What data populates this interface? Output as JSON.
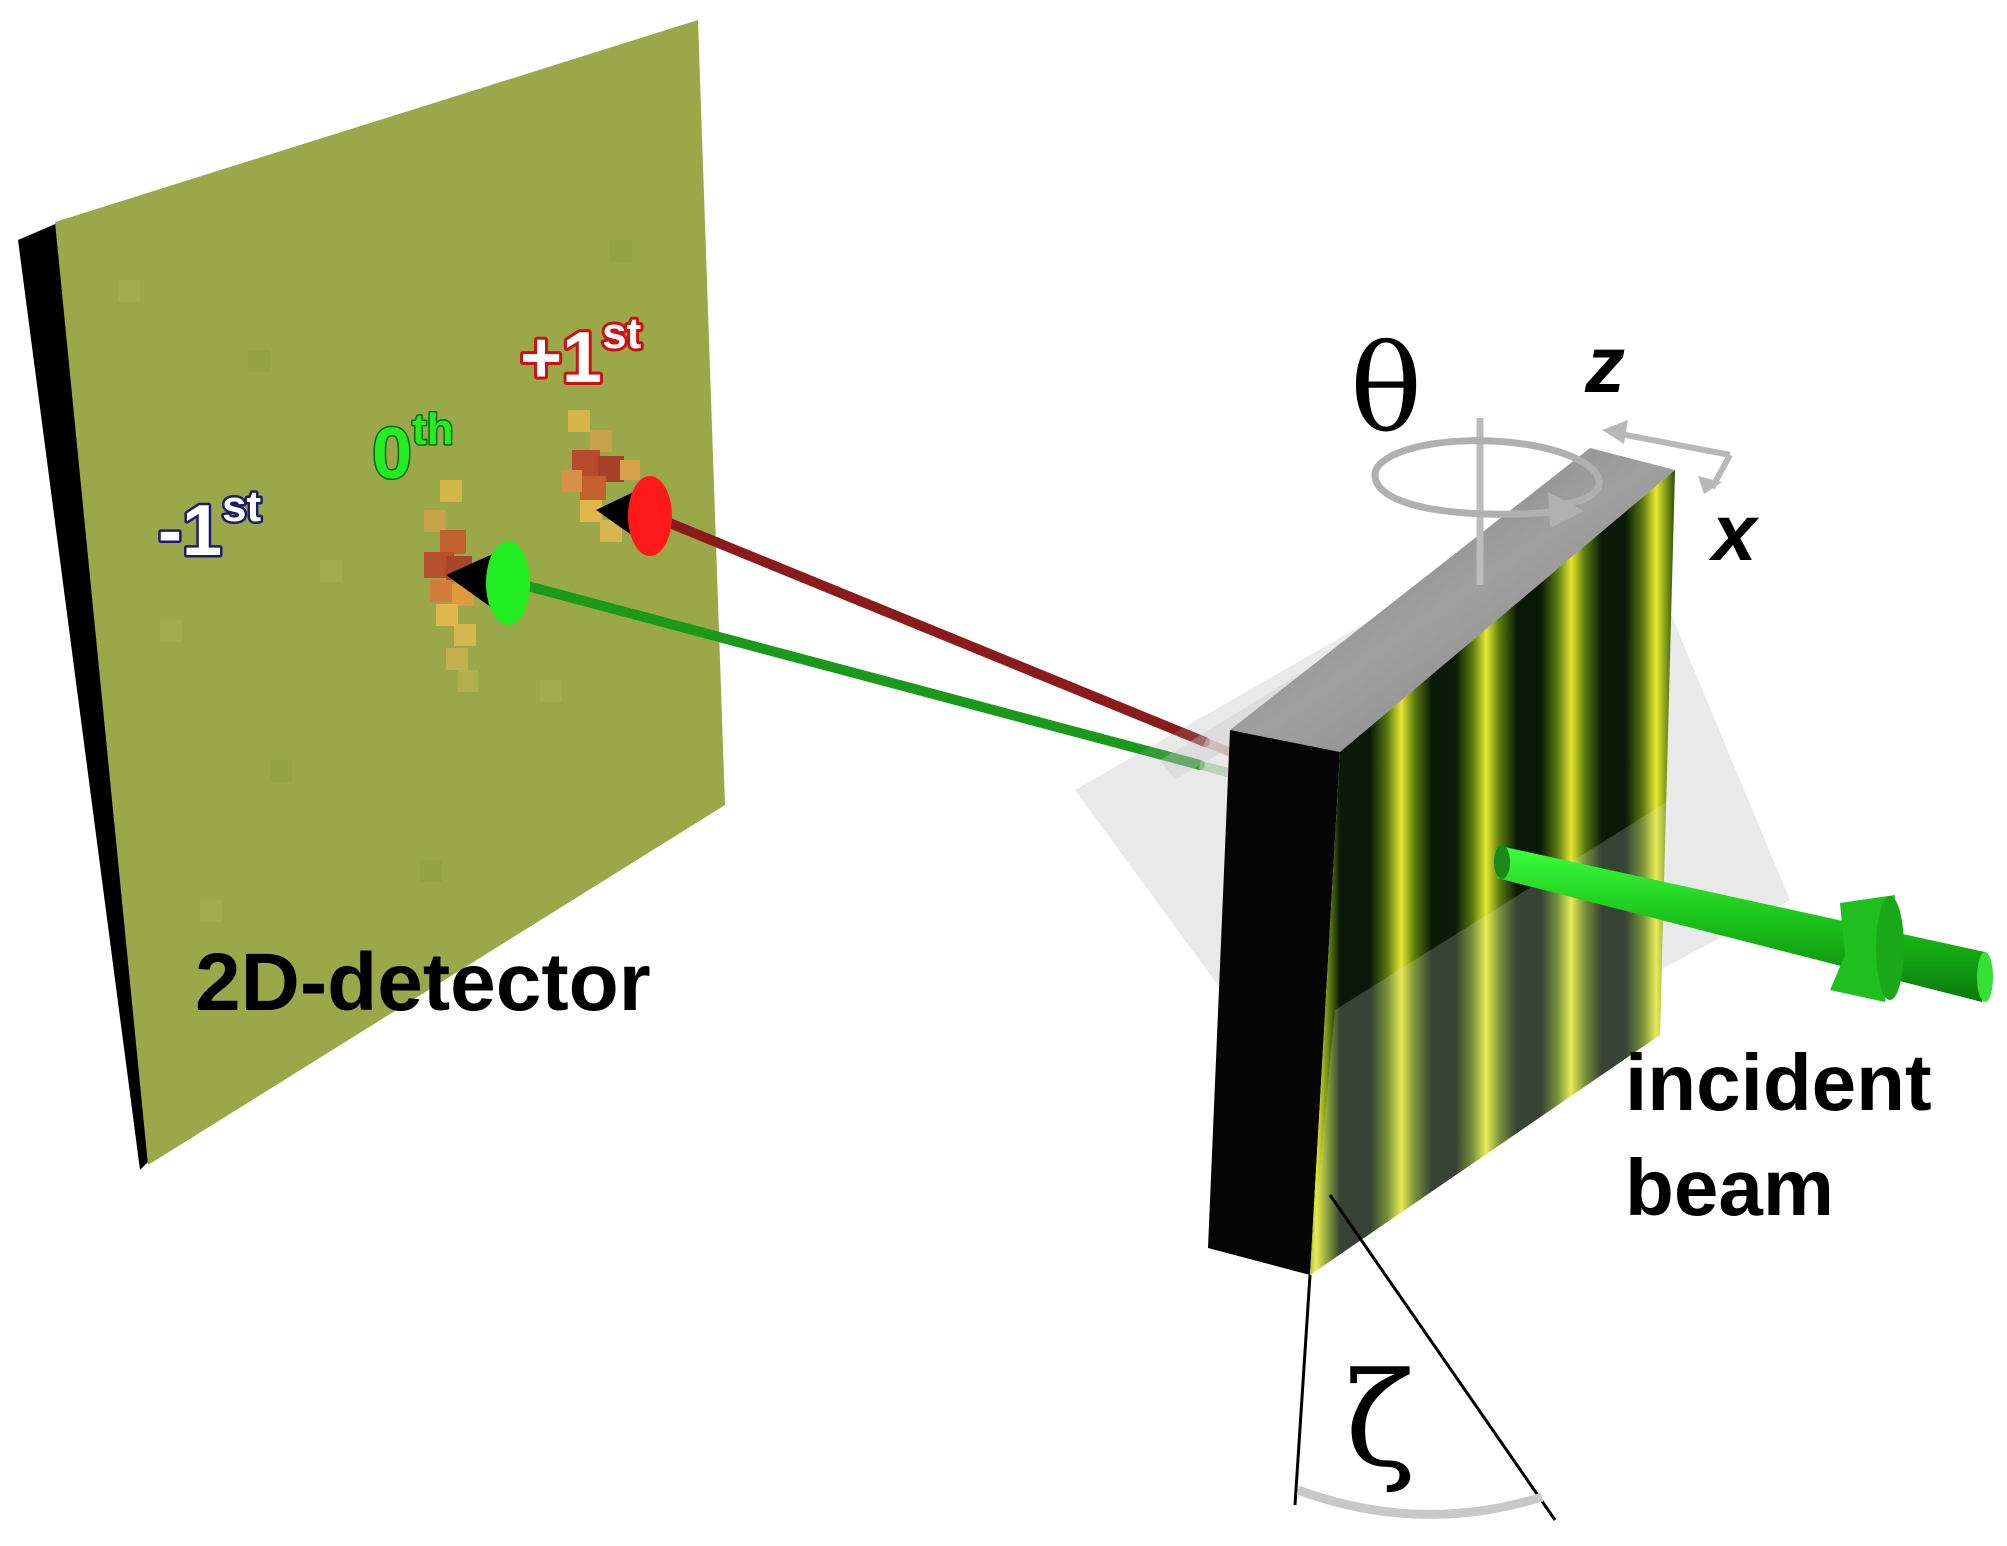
{
  "labels": {
    "minus_first": {
      "main": "-1",
      "sup": "st"
    },
    "zeroth": {
      "main": "0",
      "sup": "th"
    },
    "plus_first": {
      "main": "+1",
      "sup": "st"
    },
    "detector": "2D-detector",
    "theta": "θ",
    "zeta": "ζ",
    "axis_z": "z",
    "axis_x": "x",
    "incident_line1": "incident",
    "incident_line2": "beam"
  },
  "colors": {
    "detector_face": "#9aa84a",
    "detector_edge": "#000000",
    "zeroth_order": "#22ee22",
    "plus_first_order": "#ff1a1a",
    "minus_first_label": "#ffffff",
    "beam_green": "#1a9a1a",
    "beam_red": "#8b1a1a",
    "grating_stripe_a": "#e6e830",
    "grating_stripe_b": "#0b1a08",
    "grating_top": "#8a8a8a",
    "grating_side": "#000000",
    "incident_beam": "#22dd22"
  }
}
